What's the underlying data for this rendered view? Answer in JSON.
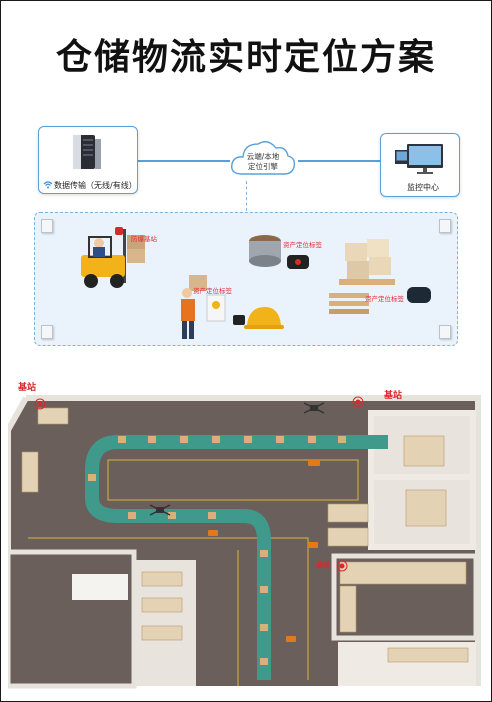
{
  "title": "仓储物流实时定位方案",
  "network": {
    "left_label": "数据传输（无线/有线）",
    "cloud_line1": "云端/本地",
    "cloud_line2": "定位引擎",
    "right_label": "监控中心",
    "line_color": "#5aa0d8"
  },
  "zone": {
    "forklift_tag": "防爆基站",
    "worker_tag": "资产定位标签",
    "device_tag": "资产定位标签",
    "pallet_tag": "资产定位标签"
  },
  "floor": {
    "base_station_left": "基站",
    "base_station_right": "基站",
    "base_station_mid": "基站",
    "floor_color": "#6b5f5b",
    "conveyor_color": "#3f9a8c"
  },
  "icons": [
    "server-icon",
    "wifi-icon",
    "cloud-icon",
    "monitor-icon",
    "forklift-icon",
    "worker-icon",
    "helmet-icon",
    "tag-icon",
    "pallet-icon",
    "drone-icon",
    "antenna-icon"
  ]
}
